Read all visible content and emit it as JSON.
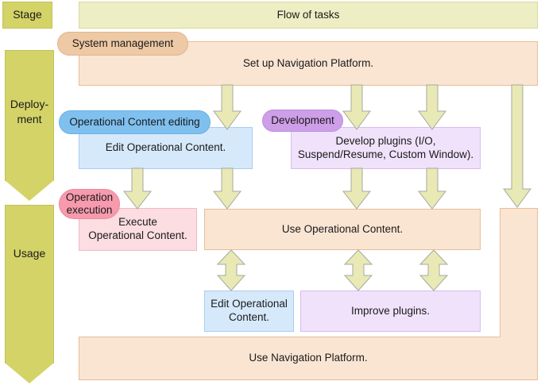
{
  "diagram": {
    "title": "Flow of tasks",
    "stages": [
      {
        "id": "stage-header",
        "label": "Stage"
      },
      {
        "id": "stage-deployment",
        "label": "Deploy-\nment",
        "line1": "Deploy-",
        "line2": "ment"
      },
      {
        "id": "stage-usage",
        "label": "Usage"
      }
    ],
    "roles": [
      {
        "id": "role-system-management",
        "label": "System management",
        "color": "#eec9a5"
      },
      {
        "id": "role-operational-content-editing",
        "label": "Operational Content editing",
        "color": "#7fc0ef"
      },
      {
        "id": "role-development",
        "label": "Development",
        "color": "#cd9fe8"
      },
      {
        "id": "role-operation-execution",
        "label": "Operation\nexecution",
        "line1": "Operation",
        "line2": "execution",
        "color": "#f79aae"
      }
    ],
    "tasks": [
      {
        "id": "task-setup-navigation-platform",
        "label": "Set up Navigation Platform.",
        "color": "#fae5d3"
      },
      {
        "id": "task-edit-operational-content-deploy",
        "label": "Edit Operational Content.",
        "color": "#d6e9fb"
      },
      {
        "id": "task-develop-plugins",
        "label": "Develop plugins (I/O,\nSuspend/Resume, Custom Window).",
        "line1": "Develop plugins (I/O,",
        "line2": "Suspend/Resume, Custom Window).",
        "color": "#f0e2fb"
      },
      {
        "id": "task-execute-operational-content",
        "label": "Execute\nOperational Content.",
        "line1": "Execute",
        "line2": "Operational Content.",
        "color": "#fbdde2"
      },
      {
        "id": "task-use-operational-content",
        "label": "Use Operational Content.",
        "color": "#fae5d3"
      },
      {
        "id": "task-edit-operational-content-usage",
        "label": "Edit Operational\nContent.",
        "line1": "Edit Operational",
        "line2": "Content.",
        "color": "#d6e9fb"
      },
      {
        "id": "task-improve-plugins",
        "label": "Improve plugins.",
        "color": "#f0e2fb"
      },
      {
        "id": "task-use-navigation-platform",
        "label": "Use Navigation Platform.",
        "color": "#fae5d3"
      }
    ],
    "colors": {
      "stage_fill": "#d4d368",
      "stage_border": "#c2c158",
      "flow_bar_fill": "#edeec4",
      "flow_bar_border": "#d9da9e",
      "arrow_fill": "#e8e9b4",
      "arrow_border": "#a8a8a0",
      "orange_fill": "#fae5d3",
      "orange_border": "#e8bd95",
      "blue_fill": "#d6e9fb",
      "blue_border": "#a9cdf0",
      "purple_fill": "#f0e2fb",
      "purple_border": "#d7bcf0",
      "pink_fill": "#fbdde2",
      "pink_border": "#f2b9c3",
      "text": "#1a1a1a"
    }
  }
}
